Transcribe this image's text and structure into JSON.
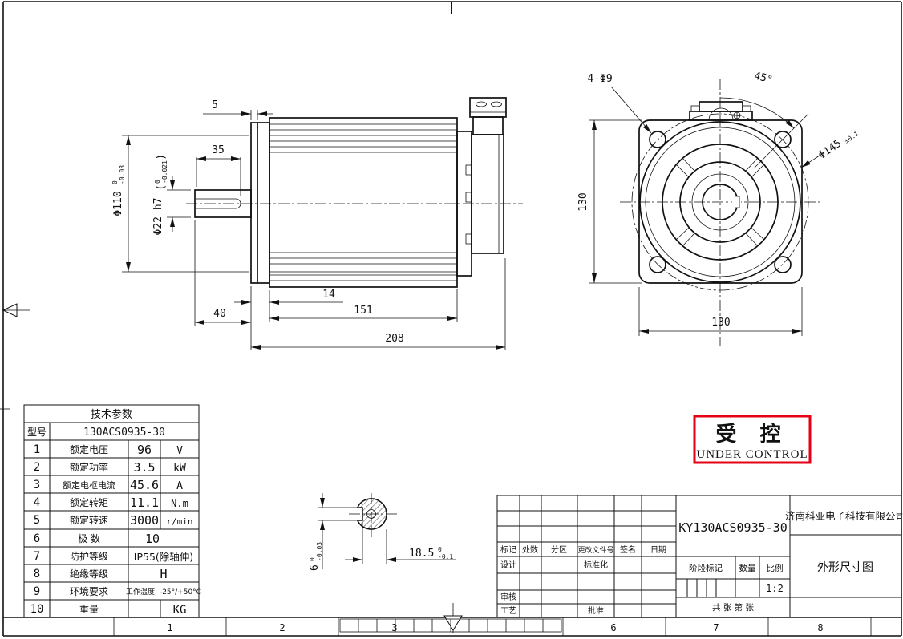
{
  "sheet": {
    "zone_numbers": [
      "1",
      "2",
      "3",
      "6",
      "7",
      "8"
    ]
  },
  "stamp": {
    "cn": "受 控",
    "en": "UNDER CONTROL",
    "color": "#e60014"
  },
  "params_table": {
    "title": "技术参数",
    "model_label": "型号",
    "model_value": "130ACS0935-30",
    "rows": [
      {
        "no": "1",
        "name": "额定电压",
        "value": "96",
        "unit": "V"
      },
      {
        "no": "2",
        "name": "额定功率",
        "value": "3.5",
        "unit": "kW"
      },
      {
        "no": "3",
        "name": "额定电枢电流",
        "value": "45.6",
        "unit": "A"
      },
      {
        "no": "4",
        "name": "额定转矩",
        "value": "11.1",
        "unit": "N.m"
      },
      {
        "no": "5",
        "name": "额定转速",
        "value": "3000",
        "unit": "r/min"
      },
      {
        "no": "6",
        "name": "极 数",
        "value": "10",
        "unit": ""
      },
      {
        "no": "7",
        "name": "防护等级",
        "value": "IP55(除轴伸)",
        "unit": ""
      },
      {
        "no": "8",
        "name": "绝缘等级",
        "value": "H",
        "unit": ""
      },
      {
        "no": "9",
        "name": "环境要求",
        "value": "工作温度: -25°/+50°C",
        "unit": ""
      },
      {
        "no": "10",
        "name": "重量",
        "value": "",
        "unit": "KG"
      }
    ]
  },
  "title_block": {
    "part_number": "KY130ACS0935-30",
    "company": "济南科亚电子科技有限公司",
    "drawing_title": "外形尺寸图",
    "scale_value": "1:2",
    "labels": {
      "mark": "标记",
      "count": "处数",
      "zone": "分区",
      "change_doc": "更改文件号",
      "sign": "签名",
      "date": "日期",
      "design": "设计",
      "standardize": "标准化",
      "review": "审核",
      "process": "工艺",
      "approve": "批准",
      "stage_mark": "阶段标记",
      "quantity": "数量",
      "scale": "比例",
      "sheets": "共 张  第 张"
    }
  },
  "side_view": {
    "dims": {
      "pilot": "5",
      "shaft_len": "35",
      "flange_thk": "14",
      "body_len": "151",
      "shaft_ext": "40",
      "total_len": "208",
      "body_dia": "Φ110",
      "body_dia_tol_u": "0",
      "body_dia_tol_l": "-0.03",
      "shaft_dia": "Φ22 h7",
      "shaft_dia_tol_u": "0",
      "shaft_dia_tol_l": "-0.021",
      "tol_open": "(",
      "tol_close": ")"
    }
  },
  "front_view": {
    "dims": {
      "holes": "4-Φ9",
      "angle": "45°",
      "bolt_circle": "Φ145",
      "bolt_circle_tol": "±0.1",
      "width": "130",
      "height": "130"
    }
  },
  "section_view": {
    "dims": {
      "key_width": "6",
      "key_width_tol_u": "0",
      "key_width_tol_l": "-0.03",
      "key_depth": "18.5",
      "key_depth_tol_u": "0",
      "key_depth_tol_l": "-0.1"
    }
  }
}
